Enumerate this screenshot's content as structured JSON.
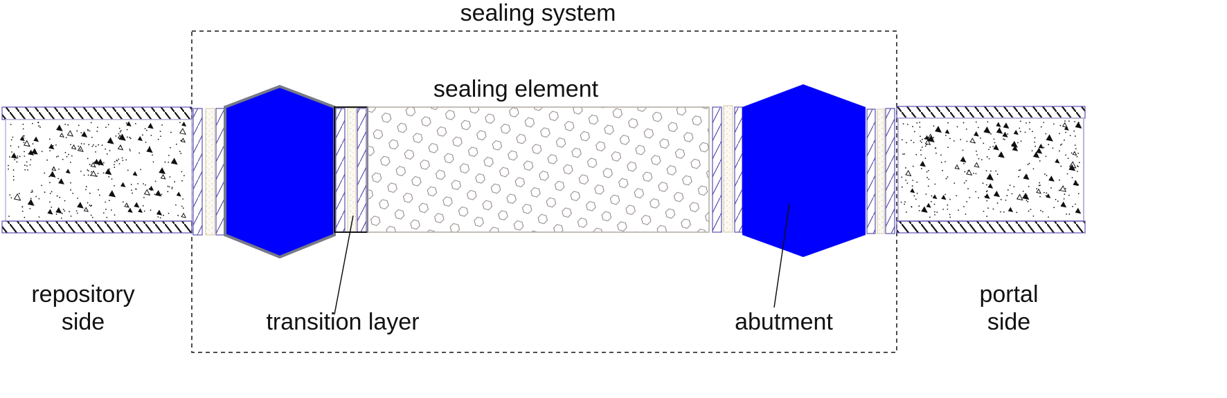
{
  "labels": {
    "sealing_system": "sealing system",
    "sealing_element": "sealing element",
    "repository_side_line1": "repository",
    "repository_side_line2": "side",
    "transition_layer": "transition layer",
    "abutment": "abutment",
    "portal_side_line1": "portal",
    "portal_side_line2": "side"
  },
  "colors": {
    "abutment_fill": "#0000ff",
    "hatch": "#5a4fb0",
    "sand": "#d8cfb0",
    "hex_pattern": "#8a8080"
  }
}
